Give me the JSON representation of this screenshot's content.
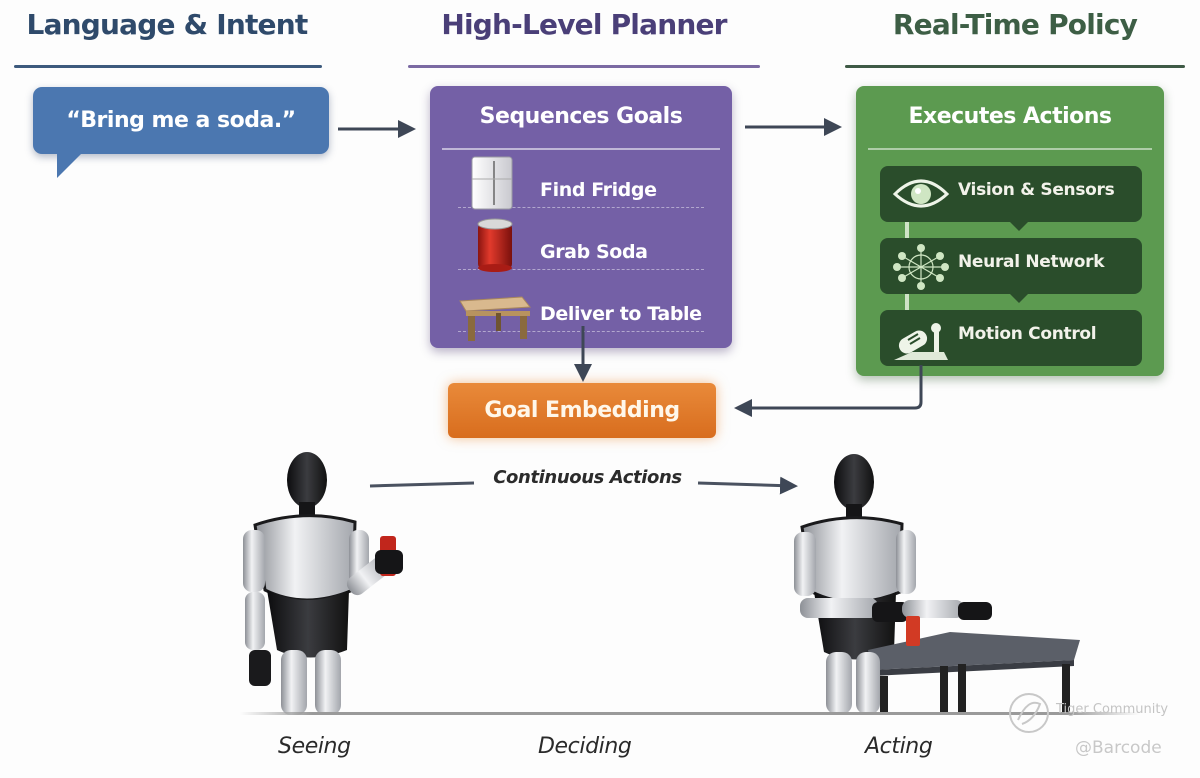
{
  "columns": {
    "language": {
      "title": "Language & Intent",
      "accent": "#3d5a7d",
      "bubble_text": "“Bring me a soda.”",
      "bubble_color": "#4b77b0"
    },
    "planner": {
      "title": "High-Level Planner",
      "accent": "#7b6aa3",
      "card_color": "#7460a6",
      "card_title": "Sequences Goals",
      "goals": [
        {
          "label": "Find Fridge",
          "icon": "fridge-icon"
        },
        {
          "label": "Grab Soda",
          "icon": "soda-can-icon"
        },
        {
          "label": "Deliver to Table",
          "icon": "table-icon"
        }
      ]
    },
    "policy": {
      "title": "Real-Time Policy",
      "accent": "#3f5a46",
      "card_color": "#5c9a50",
      "card_title": "Executes Actions",
      "steps": [
        {
          "label": "Vision & Sensors",
          "icon": "eye-icon"
        },
        {
          "label": "Neural Network",
          "icon": "neural-network-icon"
        },
        {
          "label": "Motion Control",
          "icon": "motion-control-icon"
        }
      ]
    }
  },
  "goal_embedding": {
    "label": "Goal Embedding",
    "color": "#e07a2a"
  },
  "continuous_actions_label": "Continuous Actions",
  "stages": [
    "Seeing",
    "Deciding",
    "Acting"
  ],
  "watermark": {
    "community": "Tiger Community",
    "handle": "@Barcode"
  }
}
